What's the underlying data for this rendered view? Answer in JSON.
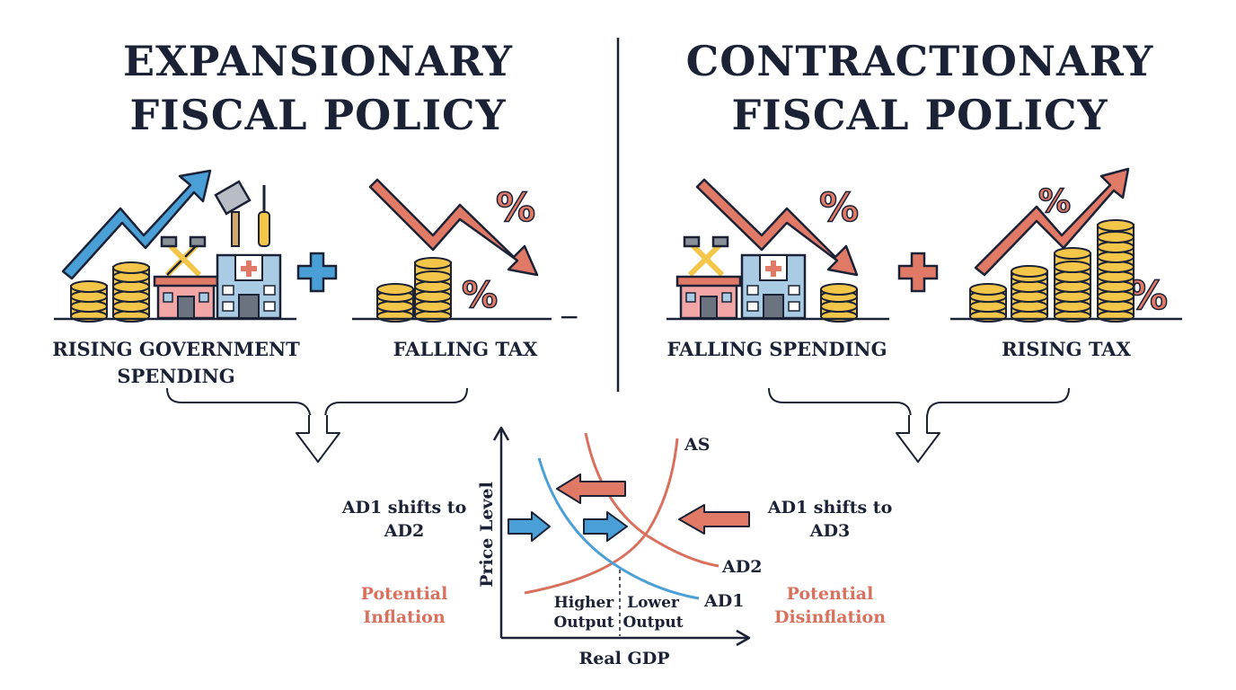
{
  "left": {
    "title_line1": "EXPANSIONARY",
    "title_line2": "FISCAL POLICY",
    "item1_line1": "RISING GOVERNMENT",
    "item1_line2": "SPENDING",
    "item2": "FALLING TAX",
    "plus": "+",
    "minus": "−",
    "shift_line1": "AD1 shifts to",
    "shift_line2": "AD2",
    "outcome_line1": "Potential",
    "outcome_line2": "Inflation"
  },
  "right": {
    "title_line1": "CONTRACTIONARY",
    "title_line2": "FISCAL POLICY",
    "item1": "FALLING SPENDING",
    "item2": "RISING TAX",
    "plus": "+",
    "shift_line1": "AD1 shifts to",
    "shift_line2": "AD3",
    "outcome_line1": "Potential",
    "outcome_line2": "Disinflation"
  },
  "graph": {
    "ylabel": "Price Level",
    "xlabel": "Real GDP",
    "curve_as": "AS",
    "curve_ad2": "AD2",
    "curve_ad1": "AD1",
    "left_region_line1": "Higher",
    "left_region_line2": "Output",
    "right_region_line1": "Lower",
    "right_region_line2": "Output"
  },
  "icons": {
    "percent": "%"
  },
  "colors": {
    "ink": "#1b2236",
    "blue": "#4a9fd6",
    "red": "#e07a66",
    "coin": "#f3c64a",
    "building_pink": "#f2a7a6",
    "building_blue": "#a9cbe4"
  }
}
